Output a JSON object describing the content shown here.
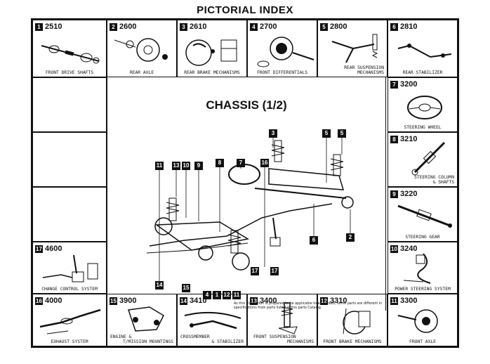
{
  "title": "PICTORIAL INDEX",
  "main": {
    "heading": "CHASSIS (1/2)",
    "note": "As this illustration is prepared to be applicable to all models, some parts are different in specifications from parts listed in this parts Catalog.",
    "callouts": [
      "11",
      "13",
      "10",
      "9",
      "8",
      "7",
      "16",
      "3",
      "5",
      "5",
      "2",
      "6",
      "17",
      "17",
      "14",
      "15",
      "4",
      "1",
      "12",
      "11"
    ]
  },
  "cells": {
    "c1": {
      "num": "1",
      "code": "2510",
      "label": "FRONT DRIVE SHAFTS"
    },
    "c2": {
      "num": "2",
      "code": "2600",
      "label": "REAR AXLE"
    },
    "c3": {
      "num": "3",
      "code": "2610",
      "label": "REAR BRAKE MECHANISMS"
    },
    "c4": {
      "num": "4",
      "code": "2700",
      "label": "FRONT DIFFERENTIALS"
    },
    "c5": {
      "num": "5",
      "code": "2800",
      "label1": "REAR SUSPENSION",
      "label2": "MECHANISMS"
    },
    "c6": {
      "num": "6",
      "code": "2810",
      "label": "REAR STABILIZER"
    },
    "c7": {
      "num": "7",
      "code": "3200",
      "label": "STEERING WHEEL"
    },
    "c8": {
      "num": "8",
      "code": "3210",
      "label1": "STEERING COLUMN",
      "label2": "& SHAFTS"
    },
    "c9": {
      "num": "9",
      "code": "3220",
      "label": "STEERING GEAR"
    },
    "c10": {
      "num": "10",
      "code": "3240",
      "label": "POWER STEERING SYSTEM"
    },
    "c11": {
      "num": "11",
      "code": "3300",
      "label": "FRONT AXLE"
    },
    "c12": {
      "num": "12",
      "code": "3310",
      "label": "FRONT BRAKE MECHANISMS"
    },
    "c13": {
      "num": "13",
      "code": "3400",
      "label1": "FRONT SUSPENSION",
      "label2": "MECHANISMS"
    },
    "c14": {
      "num": "14",
      "code": "3410",
      "label1": "CROSSMEMBER",
      "label2": "& STABILIZER"
    },
    "c15": {
      "num": "15",
      "code": "3900",
      "label1": "ENGINE &",
      "label2": "T/MISSION MOUNTINGS"
    },
    "c16": {
      "num": "16",
      "code": "4000",
      "label": "EXHAUST SYSTEM"
    },
    "c17": {
      "num": "17",
      "code": "4600",
      "label": "CHANGE CONTROL SYSTEM"
    }
  }
}
